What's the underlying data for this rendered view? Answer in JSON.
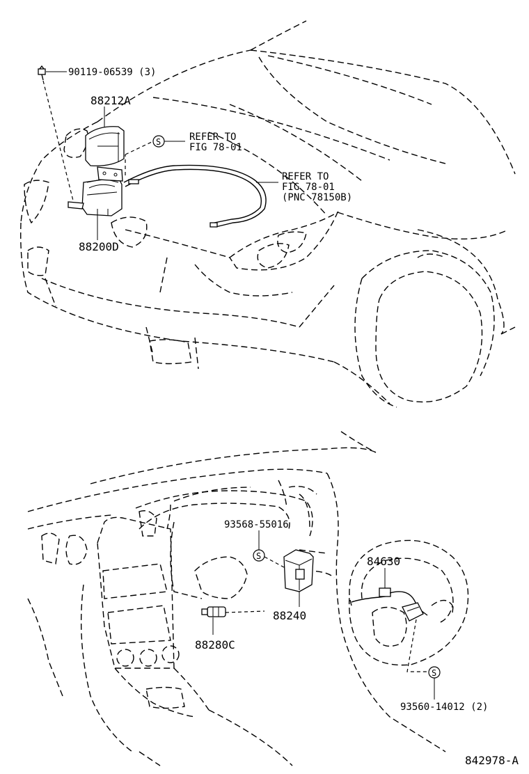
{
  "top": {
    "bolt_label": "90119-06539 (3)",
    "sensor_cover_label": "88212A",
    "unit_label": "88200D",
    "refer1_line1": "REFER TO",
    "refer1_line2": "FIG 78-01",
    "refer2_line1": "REFER TO",
    "refer2_line2": "FIG 78-01",
    "refer2_line3": "(PNC 78150B)",
    "s_marker": "S"
  },
  "bottom": {
    "screw_upper_label": "93568-55016",
    "computer_label": "88240",
    "switch_label": "88280C",
    "steering_switch_label": "84630",
    "screw_lower_label": "93560-14012 (2)",
    "s_marker_upper": "S",
    "s_marker_lower": "S"
  },
  "figure_id": "842978-A",
  "icons": [
    "bolt-icon",
    "sensor-cover-icon",
    "actuator-unit-icon",
    "control-cable-icon",
    "computer-icon",
    "clutch-switch-icon",
    "steering-switch-icon"
  ]
}
